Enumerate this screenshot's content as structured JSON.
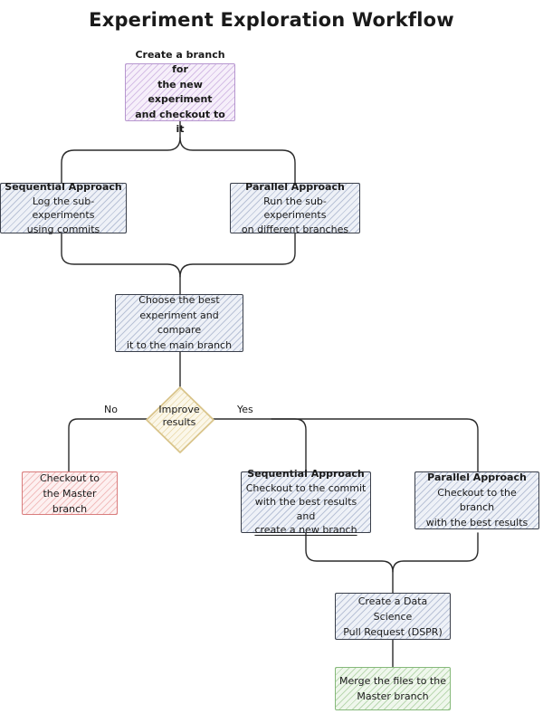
{
  "title": "Experiment Exploration Workflow",
  "nodes": {
    "create_branch": {
      "lines": [
        "Create a branch for",
        "the new experiment",
        "and checkout to it"
      ]
    },
    "seq_top": {
      "heading": "Sequential Approach",
      "lines": [
        "Log the sub-experiments",
        "using commits"
      ]
    },
    "par_top": {
      "heading": "Parallel Approach",
      "lines": [
        "Run the sub-experiments",
        "on different branches"
      ]
    },
    "choose_best": {
      "lines": [
        "Choose the best",
        "experiment and compare",
        "it to the main branch"
      ]
    },
    "decision": {
      "lines": [
        "Improve",
        "results"
      ]
    },
    "checkout_master": {
      "lines": [
        "Checkout to",
        "the Master branch"
      ]
    },
    "seq_bottom": {
      "heading": "Sequential Approach",
      "lines": [
        "Checkout to the commit",
        "with the best results and",
        "create a new branch"
      ]
    },
    "par_bottom": {
      "heading": "Parallel Approach",
      "lines": [
        "Checkout to the branch",
        "with the best results"
      ]
    },
    "dspr": {
      "lines": [
        "Create a Data Science",
        "Pull Request (DSPR)"
      ]
    },
    "merge": {
      "lines": [
        "Merge the files to the",
        "Master branch"
      ]
    }
  },
  "edge_labels": {
    "no": "No",
    "yes": "Yes"
  },
  "colors": {
    "process": "#eef1f7",
    "start": "#f6effa",
    "stop": "#fdf0f0",
    "end": "#eff7ec",
    "decision": "#fbf7e9",
    "decision_border": "#d9c48a",
    "line": "#2b2b2b"
  }
}
